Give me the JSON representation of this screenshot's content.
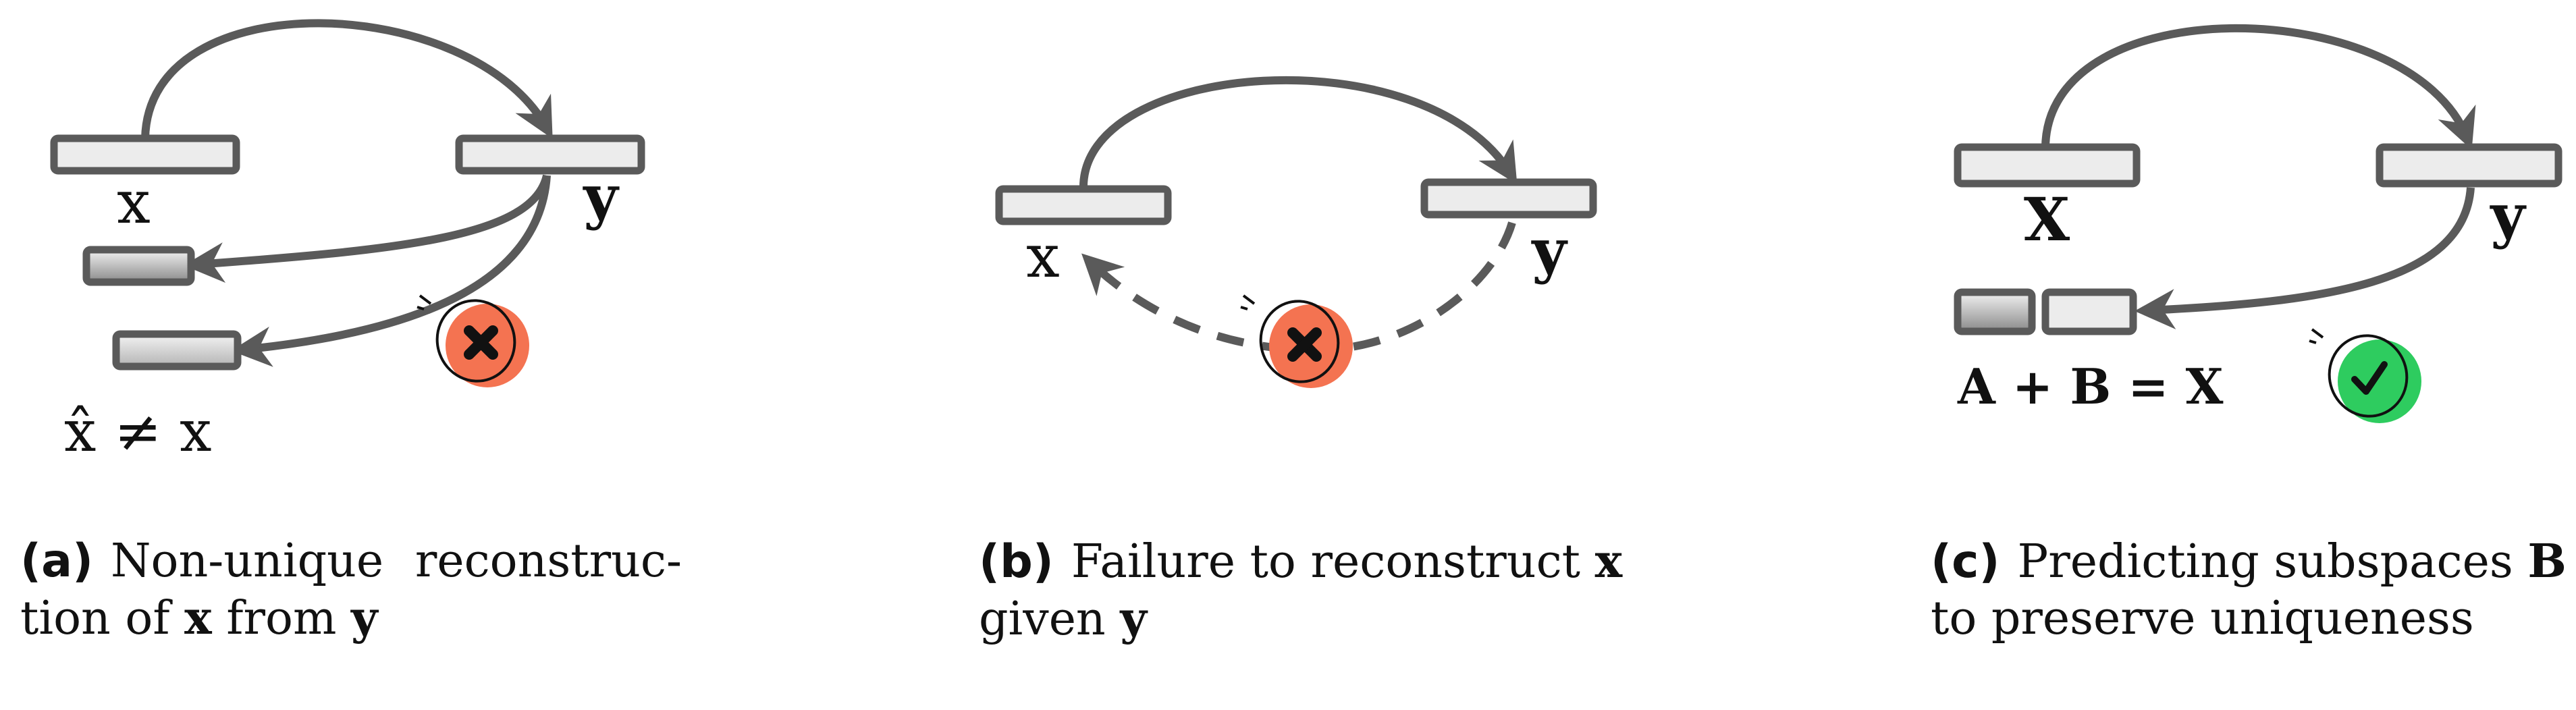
{
  "colors": {
    "box_fill": "#ececec",
    "box_stroke": "#5a5a5a",
    "arrow": "#5a5a5a",
    "fail": "#f47351",
    "success": "#2ecc5f"
  },
  "panel_a": {
    "label_x": "x",
    "label_y": "y",
    "neq": "x̂ ≠ x",
    "status_icon": "cross-mark",
    "caption_label": "(a)",
    "caption_text_1": "Non-unique reconstruc-tion of",
    "caption_sym_x": "x",
    "caption_text_2": "from",
    "caption_sym_y": "y"
  },
  "panel_b": {
    "label_x": "x",
    "label_y": "y",
    "status_icon": "cross-mark",
    "caption_label": "(b)",
    "caption_text_1": "Failure to reconstruct",
    "caption_sym_x": "x",
    "caption_text_2": "given",
    "caption_sym_y": "y"
  },
  "panel_c": {
    "label_x": "X",
    "label_y": "y",
    "equation": "A + B = X",
    "status_icon": "check-mark",
    "caption_label": "(c)",
    "caption_text_1": "Predicting subspaces",
    "caption_sym_b": "B",
    "caption_text_2": "to preserve uniqueness"
  }
}
